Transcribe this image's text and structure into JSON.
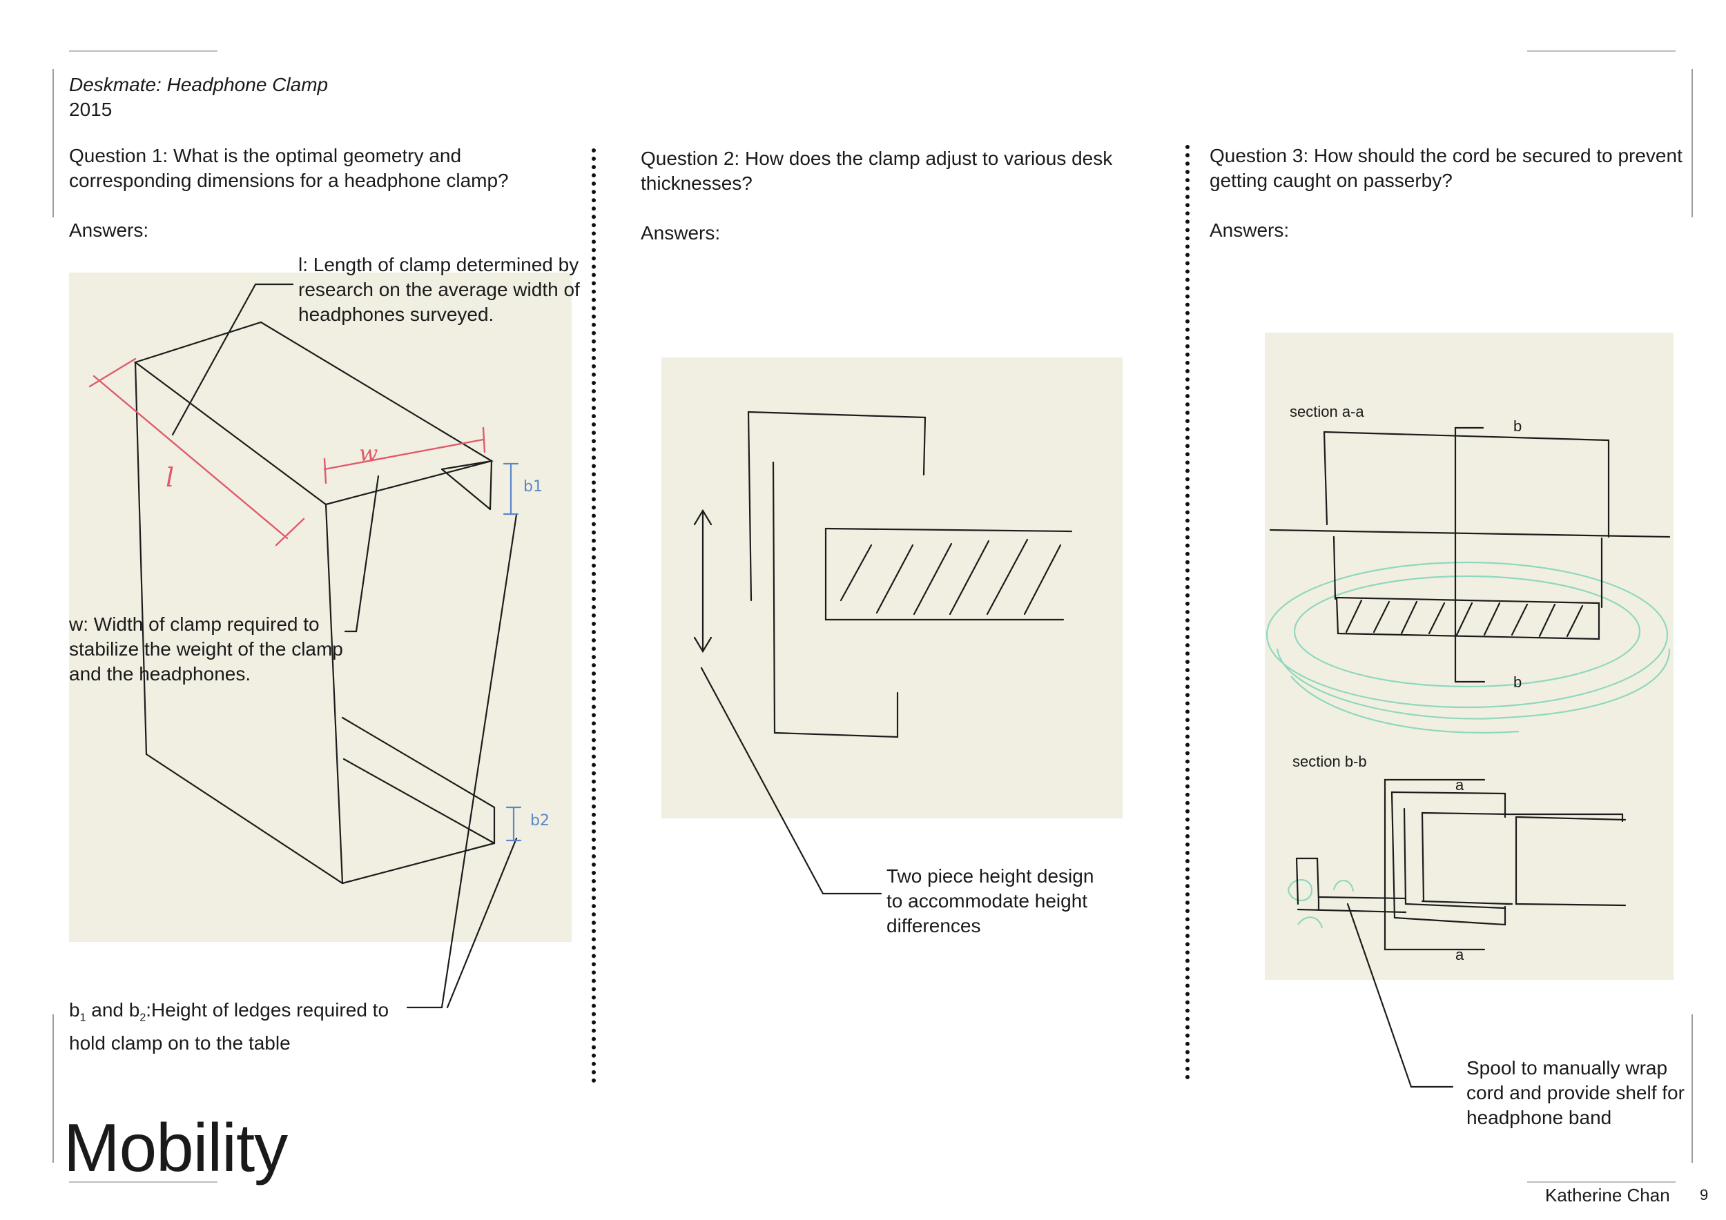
{
  "header": {
    "project_title": "Deskmate: Headphone Clamp",
    "year": "2015"
  },
  "columns": [
    {
      "question": "Question 1: What is the optimal geometry and corresponding dimensions for a headphone clamp?",
      "answers_label": "Answers:",
      "annotations": {
        "l": "l: Length of clamp determined by research on the average width of headphones surveyed.",
        "w": "w: Width of clamp required to stabilize the weight of the clamp and the headphones.",
        "b_prefix": "b",
        "b_sub1": "1",
        "b_and": " and b",
        "b_sub2": "2",
        "b_rest": ":Height of ledges required to hold clamp on to the table"
      },
      "sketch_labels": {
        "l": "l",
        "w": "w",
        "b1": "b1",
        "b2": "b2"
      }
    },
    {
      "question": "Question 2: How does the clamp adjust to various desk thicknesses?",
      "answers_label": "Answers:",
      "annotation": "Two piece height design to accommodate height differences"
    },
    {
      "question": "Question 3: How should the cord be secured to prevent getting caught on passerby?",
      "answers_label": "Answers:",
      "section_aa": "section a-a",
      "section_bb": "section b-b",
      "label_b": "b",
      "label_a": "a",
      "annotation": "Spool to manually wrap cord and provide shelf for headphone band"
    }
  ],
  "footer": {
    "category": "Mobility",
    "author": "Katherine Chan",
    "page_number": "9"
  },
  "colors": {
    "paper": "#f1efe2",
    "red_ink": "#e05a6a",
    "blue_ink": "#5a86c8",
    "green_ink": "#7fd4b8"
  }
}
